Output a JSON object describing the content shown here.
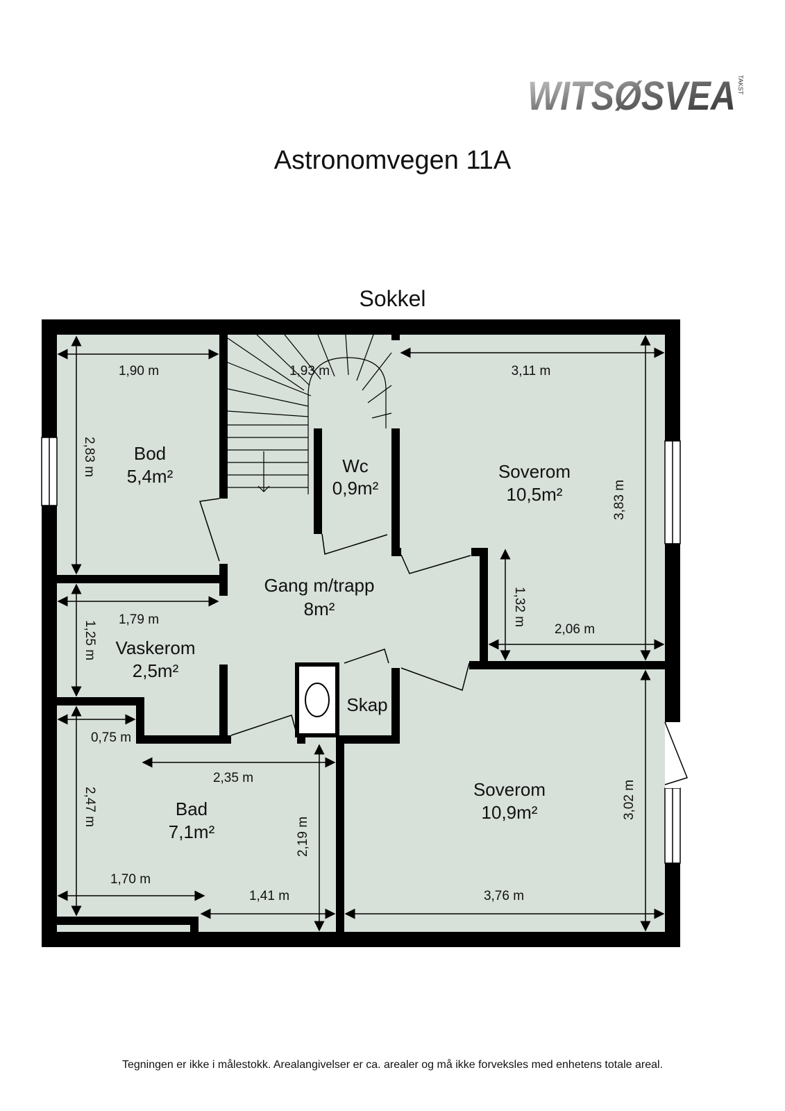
{
  "logo": {
    "brand": "WITSØSVEA",
    "sub": "TAKST"
  },
  "title": "Astronomvegen 11A",
  "floor": "Sokkel",
  "rooms": {
    "bod": {
      "name": "Bod",
      "area": "5,4m²"
    },
    "wc": {
      "name": "Wc",
      "area": "0,9m²"
    },
    "soverom1": {
      "name": "Soverom",
      "area": "10,5m²"
    },
    "gang": {
      "name": "Gang m/trapp",
      "area": "8m²"
    },
    "vaskerom": {
      "name": "Vaskerom",
      "area": "2,5m²"
    },
    "skap": {
      "name": "Skap"
    },
    "bad": {
      "name": "Bad",
      "area": "7,1m²"
    },
    "soverom2": {
      "name": "Soverom",
      "area": "10,9m²"
    }
  },
  "dimensions": {
    "bod_w": "1,90 m",
    "bod_h": "2,83 m",
    "trapp_w": "1,93 m",
    "sov1_w": "3,11 m",
    "sov1_h": "3,83 m",
    "sov1_inner_h": "1,32 m",
    "sov1_inner_w": "2,06 m",
    "vask_w": "1,79 m",
    "vask_h": "1,25 m",
    "bad_small": "0,75 m",
    "bad_w": "2,35 m",
    "bad_h": "2,47 m",
    "bad_lower_w": "1,70 m",
    "bad_inner_h": "2,19 m",
    "bad_lower_w2": "1,41 m",
    "sov2_w": "3,76 m",
    "sov2_h": "3,02 m"
  },
  "colors": {
    "floor": "#d7e0d9",
    "wall": "#000000",
    "dimline": "#000000"
  },
  "footer": "Tegningen er ikke i målestokk. Arealangivelser er ca. arealer og må ikke forveksles med enhetens totale areal."
}
